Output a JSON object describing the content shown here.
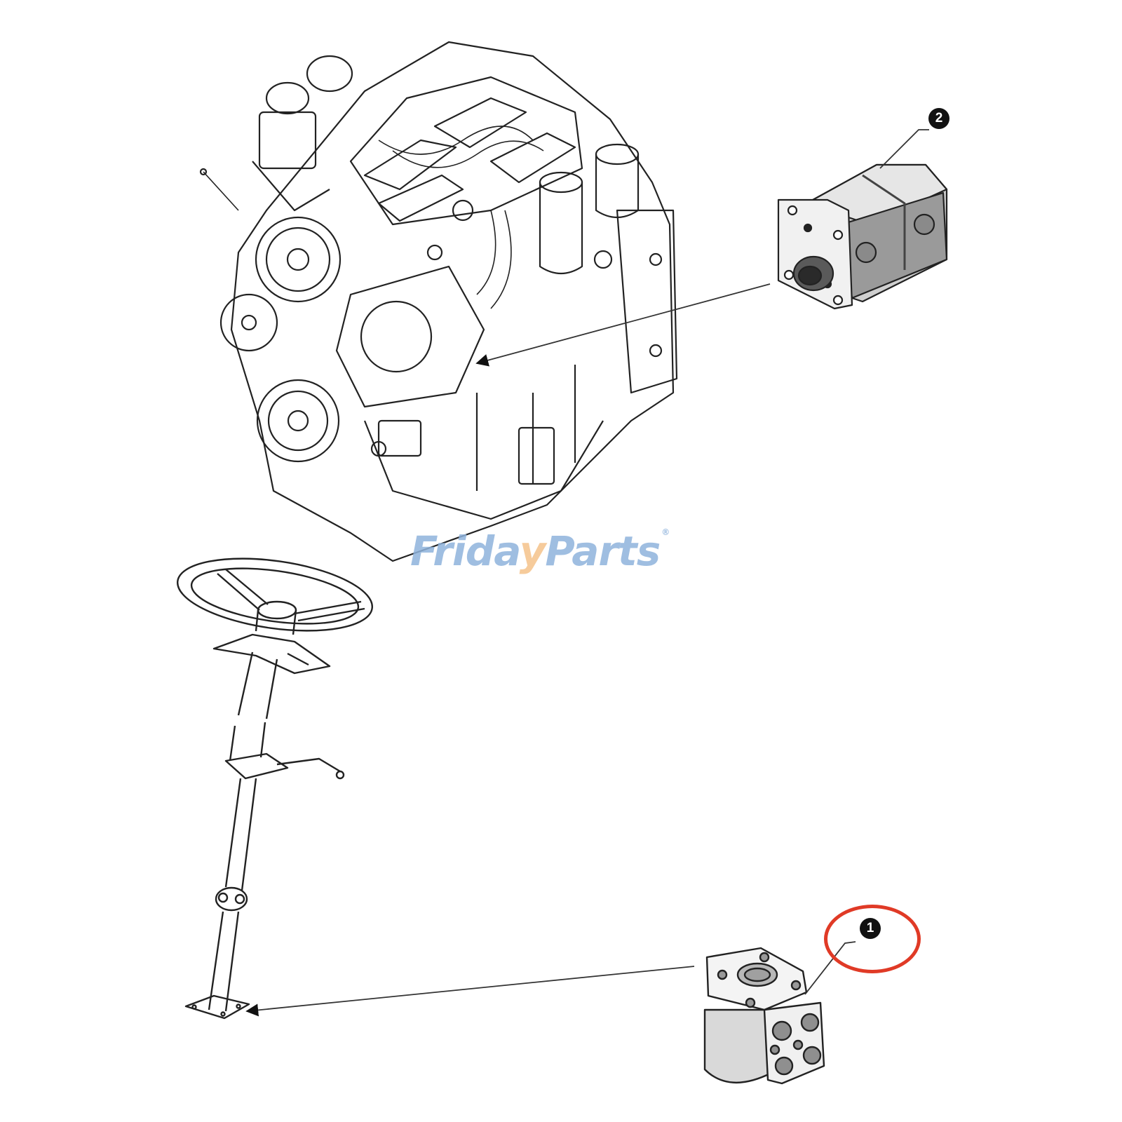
{
  "diagram": {
    "type": "exploded parts diagram",
    "colors": {
      "line": "#222222",
      "background": "#ffffff",
      "callout_fill": "#111111",
      "callout_text": "#ffffff",
      "highlight_ring": "#e03a26",
      "watermark_blue": "#8fb3dc",
      "watermark_orange": "#f5c38a"
    },
    "components": [
      {
        "id": "engine",
        "label": "Diesel engine assembly"
      },
      {
        "id": "hydraulic-pump",
        "label": "Tandem hydraulic gear pump"
      },
      {
        "id": "steering-column",
        "label": "Steering wheel and column"
      },
      {
        "id": "steering-unit",
        "label": "Hydrostatic steering control unit (orbitrol)"
      }
    ],
    "callouts": [
      {
        "number": "1",
        "target": "steering-unit",
        "highlighted": true
      },
      {
        "number": "2",
        "target": "hydraulic-pump",
        "highlighted": false
      }
    ]
  },
  "watermark": {
    "part1": "Frida",
    "check": "y",
    "part2": "Parts",
    "registered": "®"
  }
}
